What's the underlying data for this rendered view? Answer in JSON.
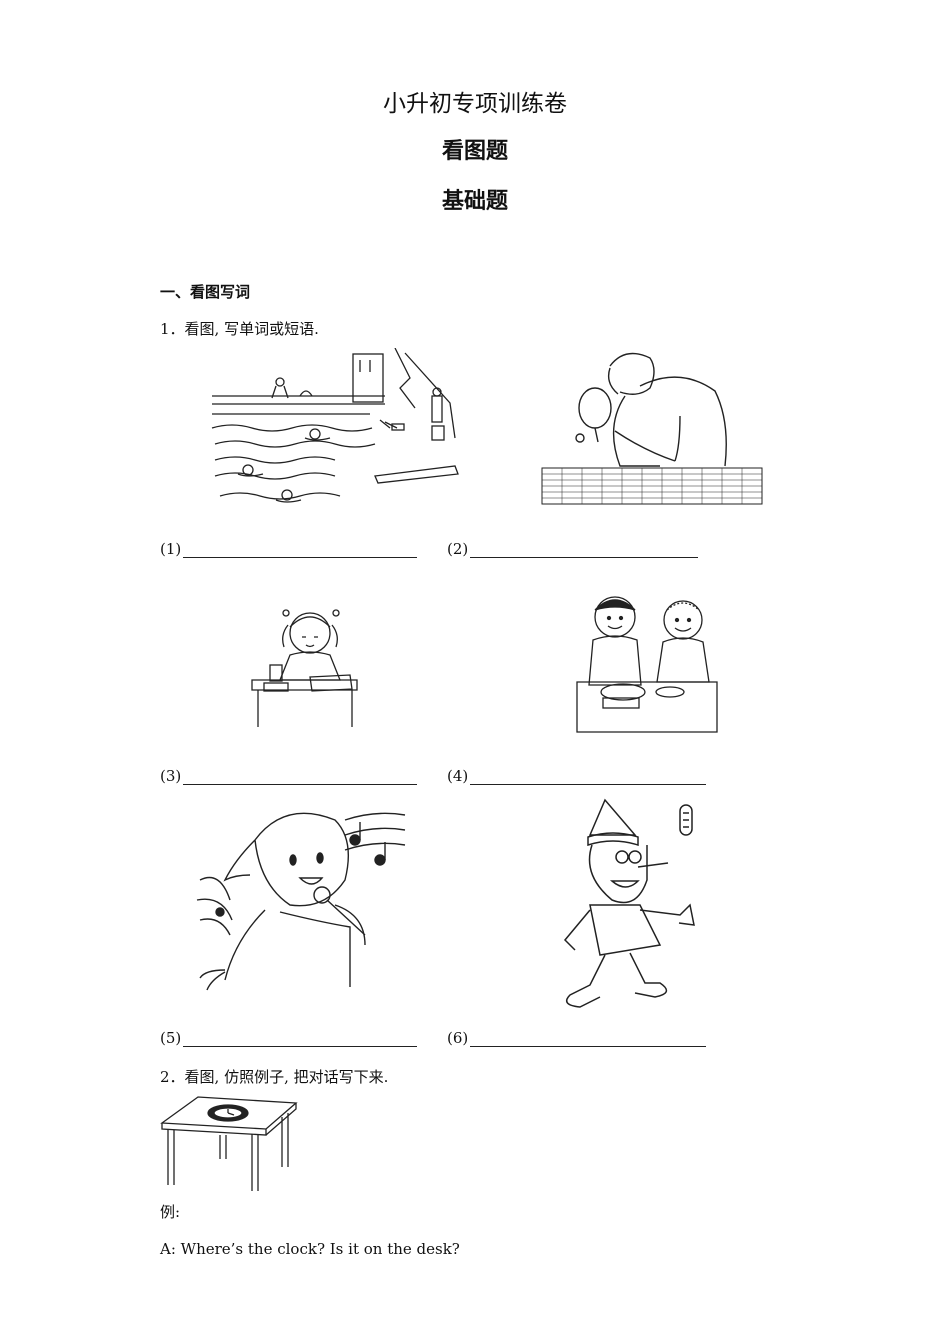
{
  "header": {
    "title": "小升初专项训练卷",
    "subtitle": "看图题",
    "level": "基础题"
  },
  "section1": {
    "heading": "一、看图写词",
    "question1": "1．看图, 写单词或短语.",
    "answers": [
      {
        "num": "(1)"
      },
      {
        "num": "(2)"
      },
      {
        "num": "(3)"
      },
      {
        "num": "(4)"
      },
      {
        "num": "(5)"
      },
      {
        "num": "(6)"
      }
    ],
    "question2": "2．看图, 仿照例子, 把对话写下来.",
    "example_label": "例:",
    "dialog_a": "A: Where’s the clock? Is it on the desk?"
  }
}
